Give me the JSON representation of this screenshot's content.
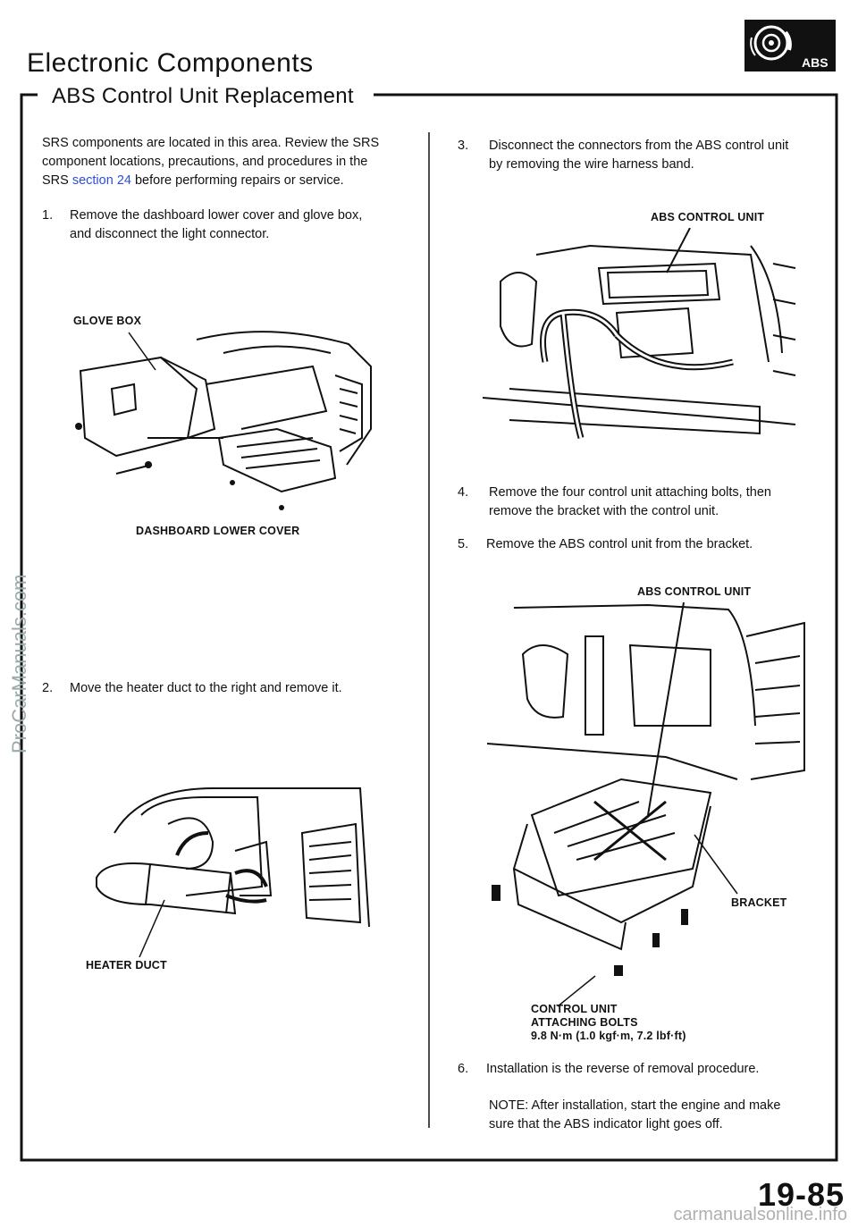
{
  "header": {
    "title": "Electronic Components",
    "subtitle": "ABS Control Unit Replacement",
    "logo_text": "ABS"
  },
  "left": {
    "intro_line1": "SRS components are located in this area. Review the SRS",
    "intro_line2": "component locations, precautions, and procedures in the",
    "intro_line3_pre": "SRS ",
    "intro_link": "section 24",
    "intro_line3_post": " before performing repairs or service.",
    "step1_num": "1.",
    "step1_line1": "Remove the dashboard lower cover and glove box,",
    "step1_line2": "and disconnect the light connector.",
    "fig1_label_glovebox": "GLOVE BOX",
    "fig1_label_cover": "DASHBOARD LOWER COVER",
    "step2_num": "2.",
    "step2_text": "Move the heater duct to the right and remove it.",
    "fig2_label_duct": "HEATER DUCT"
  },
  "right": {
    "step3_num": "3.",
    "step3_line1": "Disconnect the connectors from the ABS control unit",
    "step3_line2": "by removing the wire harness band.",
    "fig3_label_unit": "ABS CONTROL UNIT",
    "step4_num": "4.",
    "step4_line1": "Remove the four control unit attaching bolts, then",
    "step4_line2": "remove the bracket with the control unit.",
    "step5_num": "5.",
    "step5_text": "Remove the ABS control unit from the bracket.",
    "fig4_label_unit": "ABS CONTROL UNIT",
    "fig4_label_bracket": "BRACKET",
    "fig4_label_bolts1": "CONTROL UNIT",
    "fig4_label_bolts2": "ATTACHING BOLTS",
    "fig4_label_torque": "9.8 N·m (1.0 kgf·m, 7.2 lbf·ft)",
    "step6_num": "6.",
    "step6_text": "Installation is the reverse of removal procedure.",
    "note_line1": "NOTE: After installation, start the engine and make",
    "note_line2": "sure that the ABS indicator light goes off."
  },
  "page_number": "19-85",
  "watermark": "ProCarManuals.com",
  "footer_source": "carmanualsonline.info"
}
